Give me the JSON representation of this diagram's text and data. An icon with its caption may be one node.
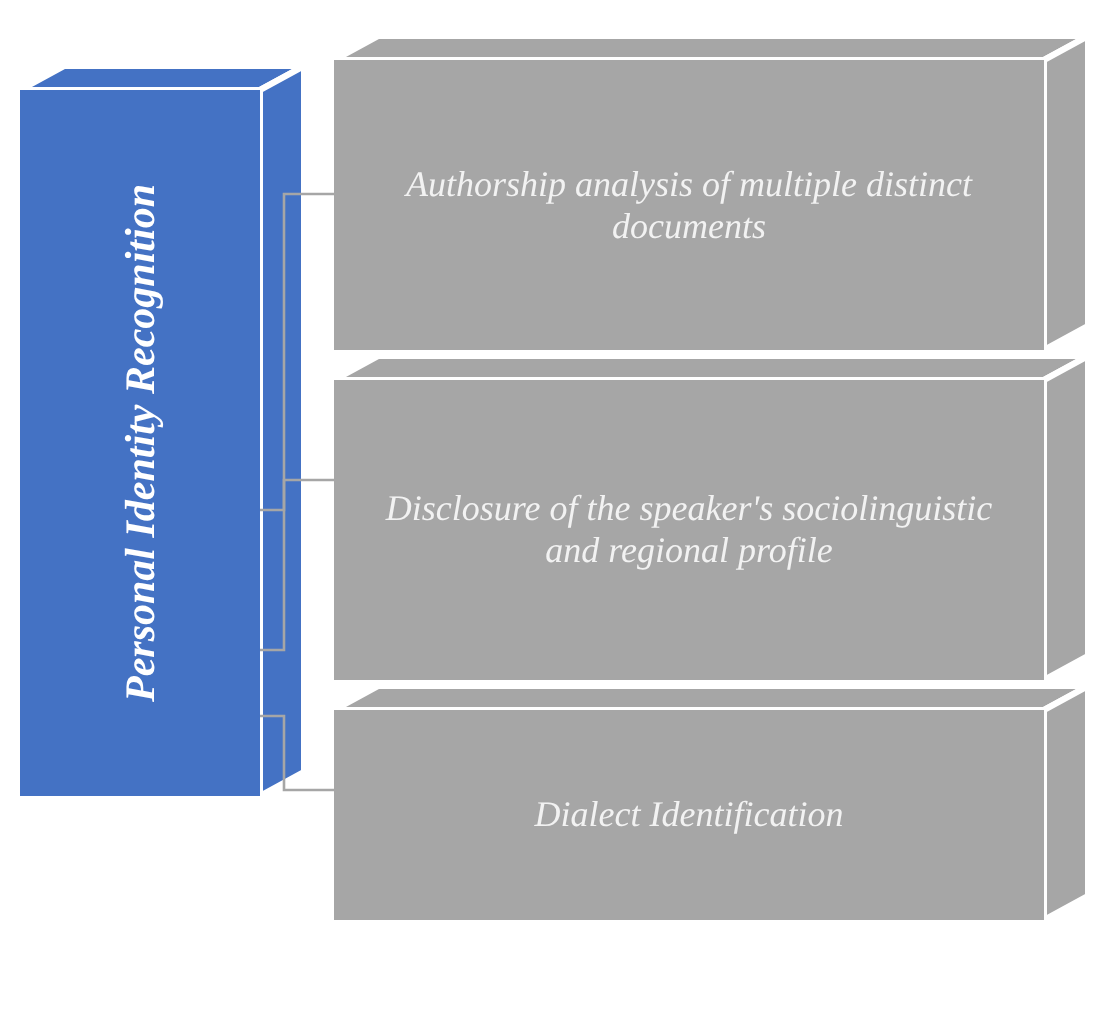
{
  "diagram": {
    "nodes": [
      {
        "text": [
          "Personal Identity Recognition"
        ]
      },
      {
        "text": [
          "Authorship analysis of multiple distinct documents"
        ]
      },
      {
        "text": [
          "Disclosure of the speaker's sociolinguistic and regional profile"
        ]
      },
      {
        "text": [
          "Dialect Identification"
        ]
      }
    ],
    "edges": [
      {
        "from": 0,
        "to": 1,
        "arrow": "none"
      },
      {
        "from": 0,
        "to": 2,
        "arrow": "none"
      },
      {
        "from": 0,
        "to": 3,
        "arrow": "none"
      }
    ]
  }
}
